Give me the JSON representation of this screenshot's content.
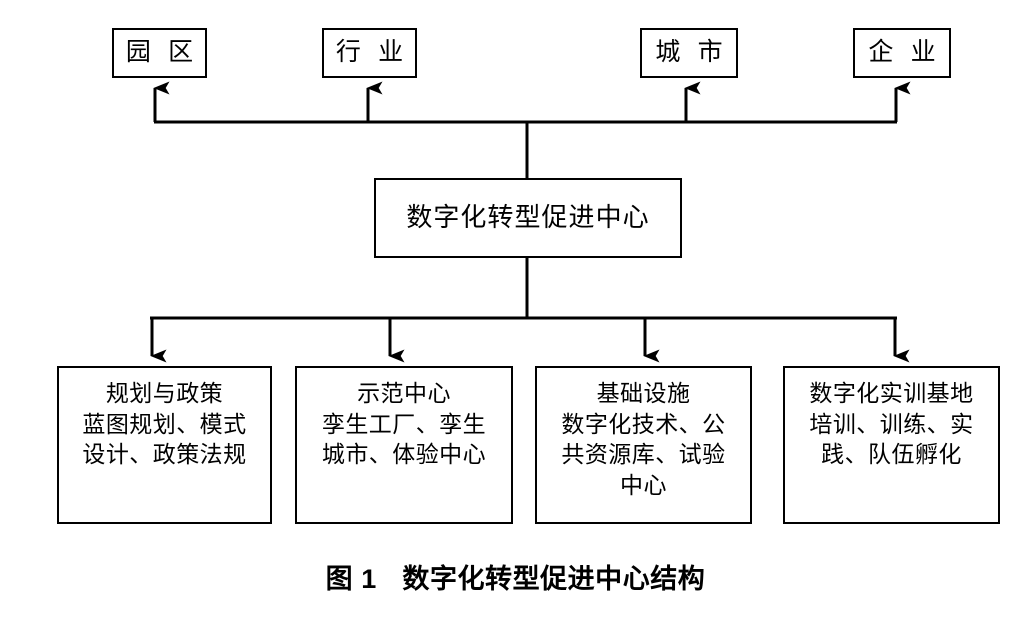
{
  "figure": {
    "caption_label": "图 1",
    "caption_title": "数字化转型促进中心结构",
    "line_color": "#000000",
    "box_border_color": "#000000",
    "background_color": "#ffffff",
    "text_color": "#000000"
  },
  "center": {
    "label": "数字化转型促进中心"
  },
  "stakeholders": [
    {
      "label": "园 区"
    },
    {
      "label": "行 业"
    },
    {
      "label": "城 市"
    },
    {
      "label": "企 业"
    }
  ],
  "functions": [
    {
      "title": "规划与政策",
      "detail": "蓝图规划、模式\n设计、政策法规",
      "full": "规划与政策\n蓝图规划、模式\n设计、政策法规"
    },
    {
      "title": "示范中心",
      "detail": "孪生工厂、孪生\n城市、体验中心",
      "full": "示范中心\n孪生工厂、孪生\n城市、体验中心"
    },
    {
      "title": "基础设施",
      "detail": "数字化技术、公\n共资源库、试验\n中心",
      "full": "基础设施\n数字化技术、公\n共资源库、试验\n中心"
    },
    {
      "title": "数字化实训基地",
      "detail": "培训、训练、实\n践、队伍孵化",
      "full": "数字化实训基地\n培训、训练、实\n践、队伍孵化"
    }
  ]
}
